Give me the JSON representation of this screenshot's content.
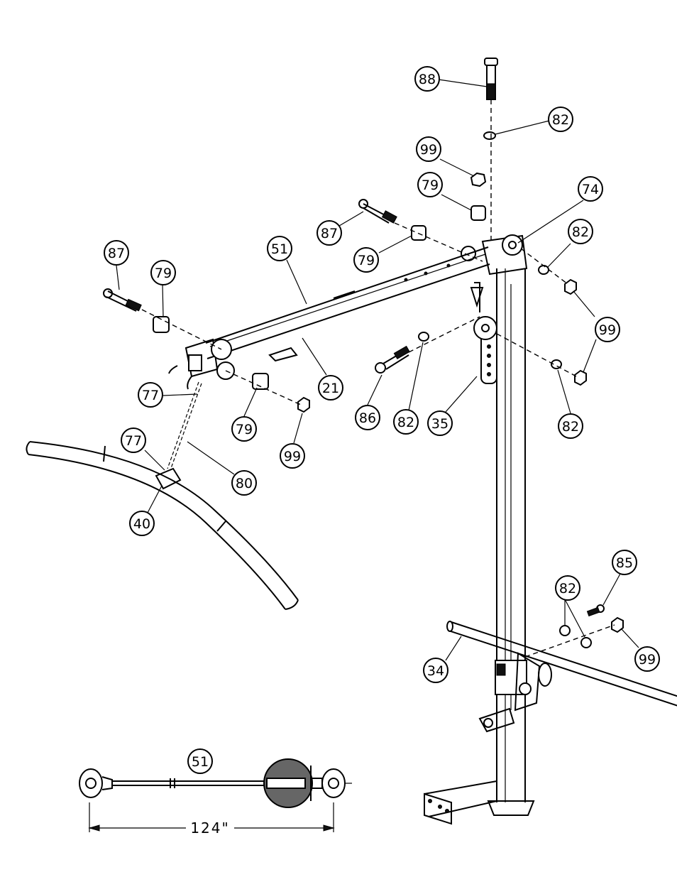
{
  "callouts": {
    "c88": "88",
    "c82a": "82",
    "c99a": "99",
    "c79a": "79",
    "c74": "74",
    "c87a": "87",
    "c79b": "79",
    "c82b": "82",
    "c51a": "51",
    "c87b": "87",
    "c79c": "79",
    "c99b": "99",
    "c21": "21",
    "c77a": "77",
    "c79d": "79",
    "c86": "86",
    "c82c": "82",
    "c35": "35",
    "c82d": "82",
    "c99c": "99",
    "c77b": "77",
    "c80": "80",
    "c40": "40",
    "c82e": "82",
    "c85": "85",
    "c99d": "99",
    "c34": "34",
    "c51b": "51"
  },
  "cable_dimension": "124\""
}
